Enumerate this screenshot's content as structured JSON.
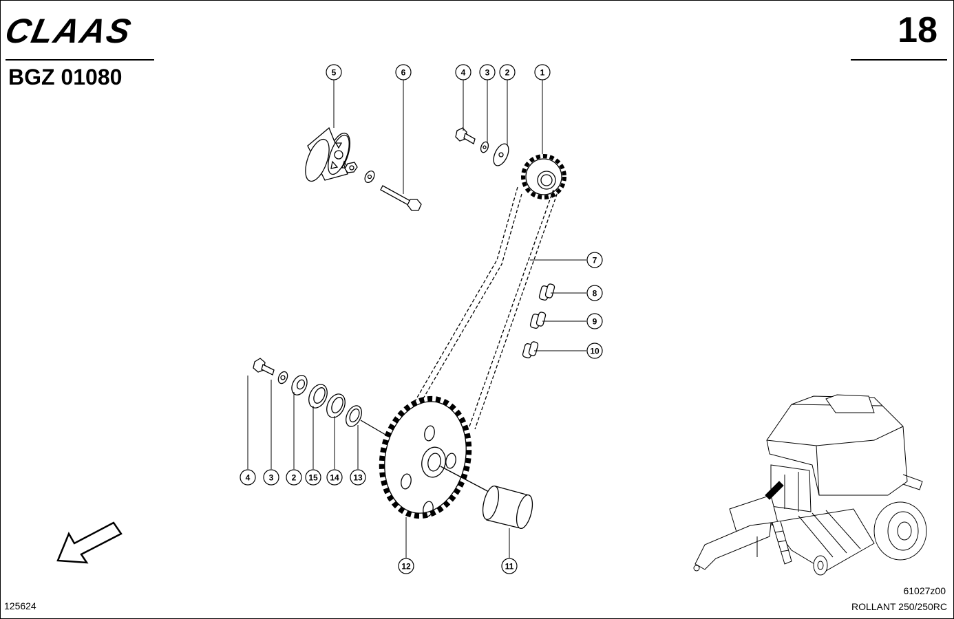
{
  "header": {
    "brand": "CLAAS",
    "page_number": "18",
    "group_code": "BGZ 01080"
  },
  "footer": {
    "drawing_id": "125624",
    "reference": "61027z00",
    "model": "ROLLANT 250/250RC"
  },
  "callouts": [
    "5",
    "6",
    "4",
    "3",
    "2",
    "1",
    "7",
    "8",
    "9",
    "10",
    "4",
    "3",
    "2",
    "15",
    "14",
    "13",
    "12",
    "11"
  ]
}
